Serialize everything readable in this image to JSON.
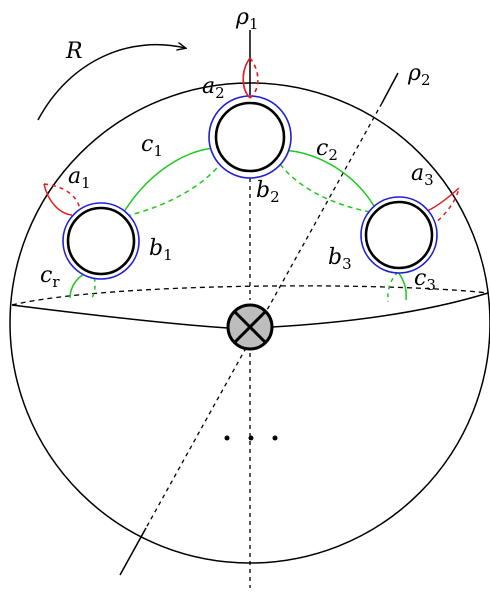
{
  "labels": {
    "R": "R",
    "rho1": {
      "base": "ρ",
      "sub": "1"
    },
    "rho2": {
      "base": "ρ",
      "sub": "2"
    },
    "a1": {
      "base": "a",
      "sub": "1"
    },
    "a2": {
      "base": "a",
      "sub": "2"
    },
    "a3": {
      "base": "a",
      "sub": "3"
    },
    "b1": {
      "base": "b",
      "sub": "1"
    },
    "b2": {
      "base": "b",
      "sub": "2"
    },
    "b3": {
      "base": "b",
      "sub": "3"
    },
    "c1": {
      "base": "c",
      "sub": "1"
    },
    "c2": {
      "base": "c",
      "sub": "2"
    },
    "c3": {
      "base": "c",
      "sub": "3"
    },
    "cr": {
      "base": "c",
      "sub": "r"
    }
  },
  "ellipsis": "⋯",
  "colors": {
    "curve_a": "#e41a1c",
    "curve_b": "#1f1fd6",
    "curve_c": "#1ec81e",
    "crosscap_fill": "#bdbdbd",
    "ink": "#000000"
  }
}
